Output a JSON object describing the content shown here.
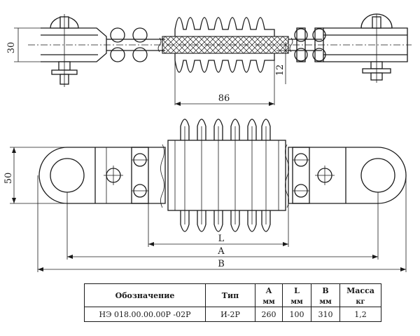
{
  "drawing": {
    "dimensions": {
      "top_height": "30",
      "rod_gap": "12",
      "insulator_length": "86",
      "side_height": "50",
      "label_L": "L",
      "label_A": "A",
      "label_B": "B"
    }
  },
  "spec_table": {
    "headers": {
      "designation": "Обозначение",
      "type": "Тип",
      "a": "A",
      "l": "L",
      "b": "B",
      "mass": "Масса"
    },
    "units": {
      "a": "мм",
      "l": "мм",
      "b": "мм",
      "mass": "кг"
    },
    "rows": [
      {
        "designation": "НЭ 018.00.00.00Р -02Р",
        "type": "И-2Р",
        "a": "260",
        "l": "100",
        "b": "310",
        "mass": "1,2"
      }
    ]
  }
}
